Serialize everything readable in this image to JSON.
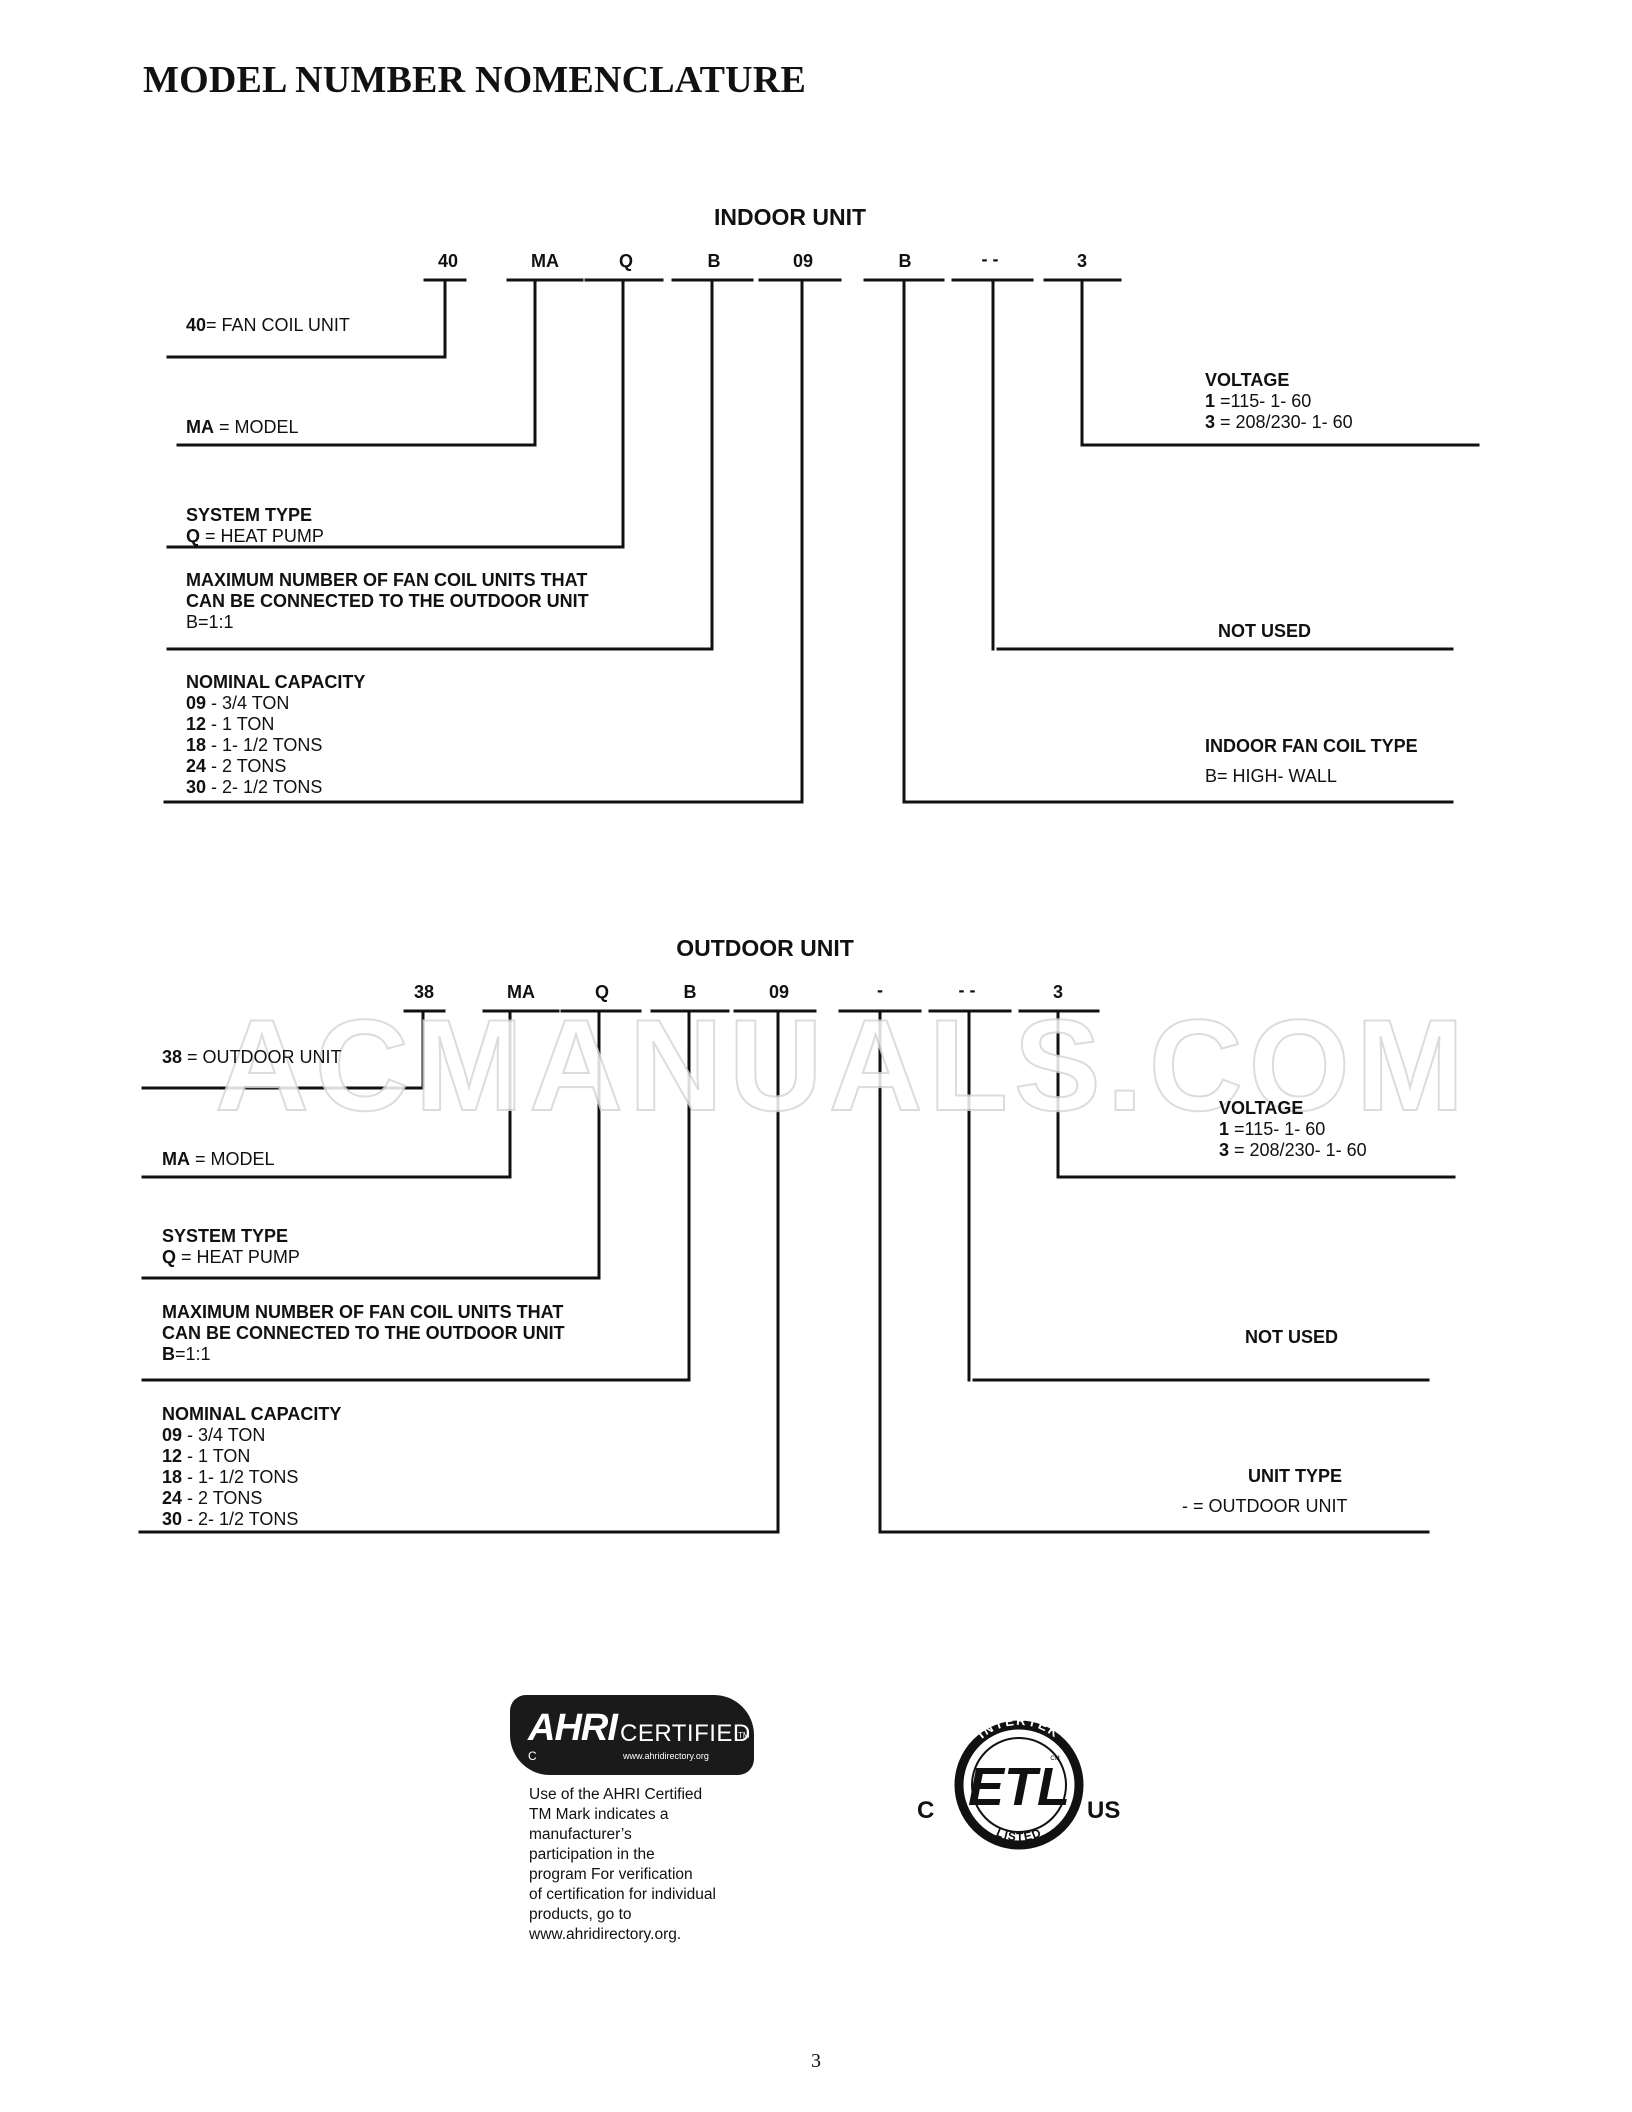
{
  "page_title": "MODEL NUMBER NOMENCLATURE",
  "indoor": {
    "title": "INDOOR UNIT",
    "codes": [
      "40",
      "MA",
      "Q",
      "B",
      "09",
      "B",
      "- -",
      "3"
    ],
    "fan_coil": {
      "key": "40",
      "text": "= FAN COIL UNIT"
    },
    "model": {
      "key": "MA",
      "text": " = MODEL"
    },
    "system_type": {
      "heading": "SYSTEM TYPE",
      "key": "Q",
      "text": " = HEAT PUMP"
    },
    "max_units": {
      "heading1": "MAXIMUM NUMBER OF FAN COIL UNITS THAT",
      "heading2": "CAN BE CONNECTED TO THE OUTDOOR UNIT",
      "key": "B",
      "text": "=1:1"
    },
    "capacity": {
      "heading": "NOMINAL CAPACITY",
      "items": [
        {
          "key": "09",
          "text": " -  3/4 TON"
        },
        {
          "key": "12",
          "text": " -  1 TON"
        },
        {
          "key": "18",
          "text": " -  1- 1/2 TONS"
        },
        {
          "key": "24",
          "text": " -  2 TONS"
        },
        {
          "key": "30",
          "text": " -  2- 1/2 TONS"
        }
      ]
    },
    "voltage": {
      "heading": "VOLTAGE",
      "items": [
        {
          "key": "1",
          "text": " =115- 1- 60"
        },
        {
          "key": "3",
          "text": " = 208/230- 1- 60"
        }
      ]
    },
    "not_used": "NOT USED",
    "fan_coil_type": {
      "heading": "INDOOR FAN COIL TYPE",
      "text": "B= HIGH- WALL"
    }
  },
  "outdoor": {
    "title": "OUTDOOR UNIT",
    "codes": [
      "38",
      "MA",
      "Q",
      "B",
      "09",
      "-",
      "- -",
      "3"
    ],
    "outdoor_unit": {
      "key": "38",
      "text": " = OUTDOOR UNIT"
    },
    "model": {
      "key": "MA",
      "text": " = MODEL"
    },
    "system_type": {
      "heading": "SYSTEM TYPE",
      "key": "Q",
      "text": " = HEAT PUMP"
    },
    "max_units": {
      "heading1": "MAXIMUM NUMBER OF FAN COIL UNITS THAT",
      "heading2": "CAN BE CONNECTED TO THE OUTDOOR UNIT",
      "key": "B",
      "text": "=1:1"
    },
    "capacity": {
      "heading": "NOMINAL CAPACITY",
      "items": [
        {
          "key": "09",
          "text": " -  3/4 TON"
        },
        {
          "key": "12",
          "text": " -  1 TON"
        },
        {
          "key": "18",
          "text": " -  1- 1/2 TONS"
        },
        {
          "key": "24",
          "text": " -  2 TONS"
        },
        {
          "key": "30",
          "text": " -  2- 1/2 TONS"
        }
      ]
    },
    "voltage": {
      "heading": "VOLTAGE",
      "items": [
        {
          "key": "1",
          "text": " =115- 1- 60"
        },
        {
          "key": "3",
          "text": " = 208/230- 1- 60"
        }
      ]
    },
    "not_used": "NOT USED",
    "unit_type": {
      "heading": "UNIT TYPE",
      "text": "-   = OUTDOOR UNIT"
    }
  },
  "watermark": "ACMANUALS.COM",
  "ahri": {
    "logo_mark": "AHRI",
    "logo_c": "C",
    "logo_certified": "CERTIFIED",
    "logo_tm": "TM",
    "logo_url": "www.ahridirectory.org",
    "lines": [
      "Use of the AHRI Certified",
      "TM Mark indicates a",
      "manufacturer’s",
      "participation in the",
      "program For verification",
      "of certification for individual",
      "products, go to",
      "www.ahridirectory.org."
    ]
  },
  "etl": {
    "top": "INTERTEK",
    "mark": "ETL",
    "bottom": "LISTED",
    "left": "C",
    "right": "US",
    "cm": "CM"
  },
  "page_number": "3"
}
